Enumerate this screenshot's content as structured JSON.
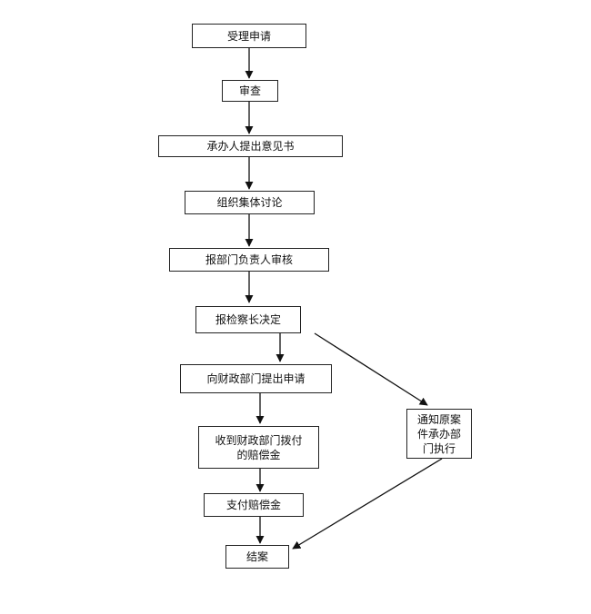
{
  "flowchart": {
    "steps": {
      "accept": "受理申请",
      "review": "审查",
      "opinion": "承办人提出意见书",
      "discuss": "组织集体讨论",
      "dept_head": "报部门负责人审核",
      "chief": "报检察长决定",
      "finance_apply": "向财政部门提出申请",
      "receive_line1": "收到财政部门拨付",
      "receive_line2": "的赔偿金",
      "pay": "支付赔偿金",
      "close": "结案",
      "notify_line1": "通知原案",
      "notify_line2": "件承办部",
      "notify_line3": "门执行"
    }
  }
}
